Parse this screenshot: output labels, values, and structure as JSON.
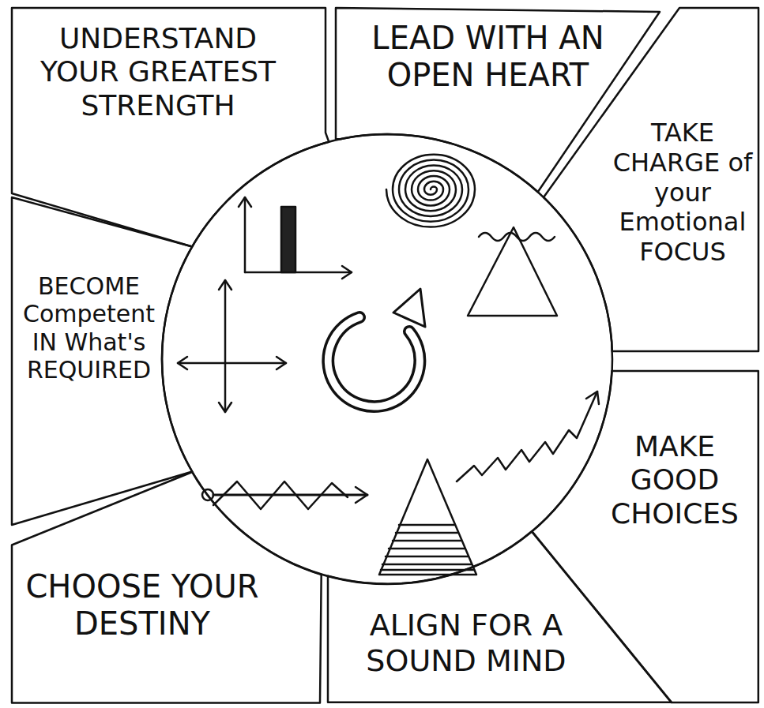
{
  "diagram": {
    "nodes": [
      {
        "text": [
          "UNDERSTAND YOUR GREATEST STRENGTH"
        ]
      },
      {
        "text": [
          "LEAD WITH AN OPEN HEART"
        ]
      },
      {
        "text": [
          "TAKE CHARGE of your Emotional FOCUS"
        ]
      },
      {
        "text": [
          "BECOME Competent IN What's REQUIRED"
        ]
      },
      {
        "text": [
          "MAKE GOOD CHOICES"
        ]
      },
      {
        "text": [
          "CHOOSE YOUR DESTINY"
        ]
      },
      {
        "text": [
          "ALIGN FOR A SOUND MIND"
        ]
      }
    ]
  }
}
